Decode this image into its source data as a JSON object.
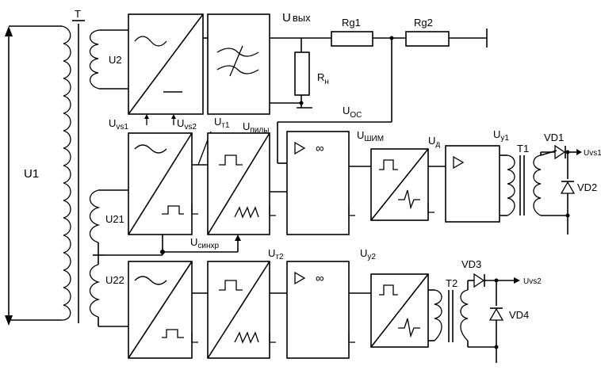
{
  "labels": {
    "transformer_main": "T",
    "source_voltage": "U1",
    "winding_top": "U2",
    "winding_mid": "U21",
    "winding_bot": "U22",
    "output_voltage_main": "U",
    "output_voltage_sub": "вых",
    "rg1": "Rg1",
    "rg2": "Rg2",
    "rn_main": "R",
    "rn_sub": "н",
    "uoc_main": "U",
    "uoc_sub": "ОС",
    "uvs1_top_main": "U",
    "uvs1_top_sub": "vs1",
    "uvs2_top_main": "U",
    "uvs2_top_sub": "vs2",
    "ut1_main": "U",
    "ut1_sub": "т1",
    "upily_main": "U",
    "upily_sub": "пилы",
    "ushim_main": "U",
    "ushim_sub": "ШИМ",
    "ud_main": "U",
    "ud_sub": "д",
    "uy1_main": "U",
    "uy1_sub": "у1",
    "t1": "T1",
    "vd1": "VD1",
    "vd2": "VD2",
    "uvs1_out_main": "U",
    "uvs1_out_sub": "vs1",
    "usinchr_main": "U",
    "usinchr_sub": "синхр",
    "ut2_main": "U",
    "ut2_sub": "т2",
    "uy2_main": "U",
    "uy2_sub": "у2",
    "t2": "T2",
    "vd3": "VD3",
    "vd4": "VD4",
    "uvs2_out_main": "U",
    "uvs2_out_sub": "vs2"
  },
  "icons": {
    "sine": "sine-wave-icon",
    "pulse": "rectangular-pulse-icon",
    "saw": "sawtooth-icon",
    "amp": "amplifier-triangle-icon",
    "inf": "infinity-icon",
    "filter": "filter-icon"
  }
}
